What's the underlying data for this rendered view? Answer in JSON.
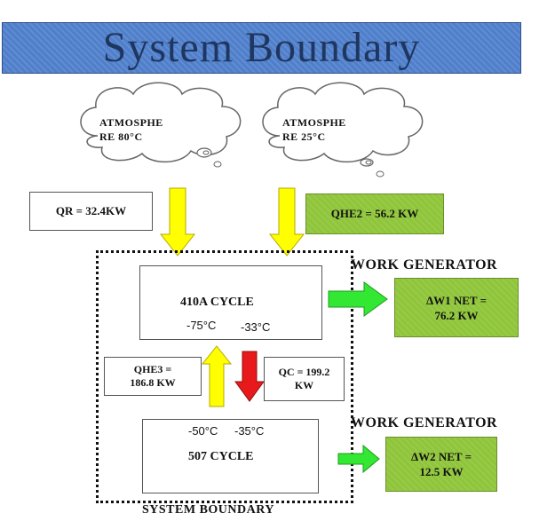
{
  "title": "System Boundary",
  "clouds": [
    {
      "line1": "ATMOSPHE",
      "line2": "RE  80°C"
    },
    {
      "line1": "ATMOSPHE",
      "line2": "RE  25°C"
    }
  ],
  "qr": "QR = 32.4KW",
  "qhe2": "QHE2 = 56.2 KW",
  "cycle_410a": {
    "name": "410A CYCLE",
    "temp_low": "-75°C",
    "temp_high": "-33°C"
  },
  "cycle_507": {
    "name": "507 CYCLE",
    "temp_low": "-50°C",
    "temp_high": "-35°C"
  },
  "qhe3": {
    "line1": "QHE3 =",
    "line2": "186.8 KW"
  },
  "qc": {
    "line1": "QC = 199.2",
    "line2": "KW"
  },
  "work_generator_1": "WORK GENERATOR",
  "work_generator_2": "WORK GENERATOR",
  "w1": {
    "line1": "ΔW1 NET =",
    "line2": "76.2 KW"
  },
  "w2": {
    "line1": "ΔW2 NET =",
    "line2": "12.5 KW"
  },
  "boundary_label": "SYSTEM BOUNDARY",
  "colors": {
    "title_bg": "#4f7fcb",
    "title_text": "#1f3660",
    "green": "#8fc53a",
    "yellow": "#ffff00",
    "red": "#e8191a",
    "arrow_green": "#33e833"
  }
}
